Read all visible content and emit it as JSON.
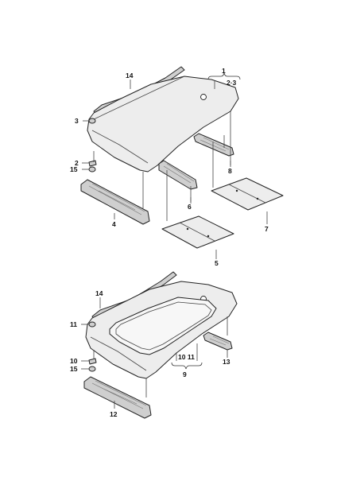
{
  "callouts": {
    "c1": "1",
    "c2_3": "2·3",
    "c14_top": "14",
    "c3": "3",
    "c2": "2",
    "c15_top": "15",
    "c4": "4",
    "c6": "6",
    "c8": "8",
    "c7": "7",
    "c5": "5",
    "c14_bottom": "14",
    "c11": "11",
    "c10": "10",
    "c15_bottom": "15",
    "c12": "12",
    "c10_11": "10 11",
    "c9": "9",
    "c13": "13"
  }
}
